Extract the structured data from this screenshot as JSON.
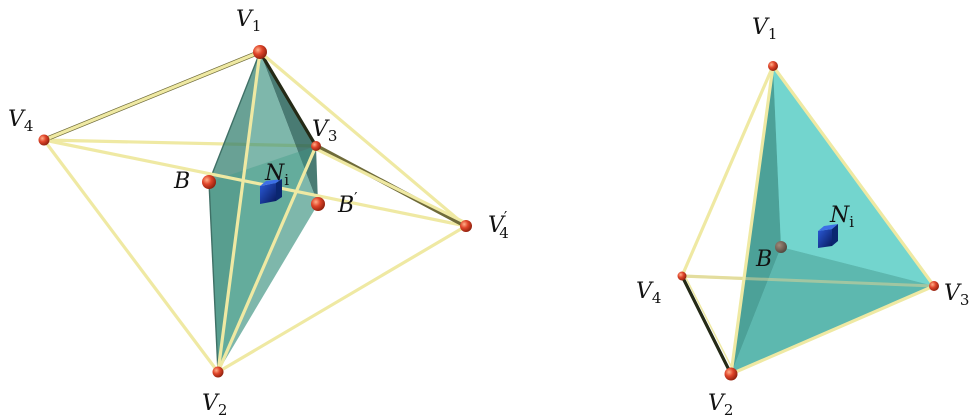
{
  "left_figure": {
    "labels": {
      "V1": {
        "base": "V",
        "sub": "1"
      },
      "V2": {
        "base": "V",
        "sub": "2"
      },
      "V3": {
        "base": "V",
        "sub": "3"
      },
      "V4": {
        "base": "V",
        "sub": "4"
      },
      "V4p": {
        "base": "V",
        "sub": "4",
        "prime": "′"
      },
      "B": {
        "base": "B"
      },
      "Bp": {
        "base": "B",
        "prime": "′"
      },
      "Ni": {
        "base": "N",
        "sub": "i"
      }
    }
  },
  "right_figure": {
    "labels": {
      "V1": {
        "base": "V",
        "sub": "1"
      },
      "V2": {
        "base": "V",
        "sub": "2"
      },
      "V3": {
        "base": "V",
        "sub": "3"
      },
      "V4": {
        "base": "V",
        "sub": "4"
      },
      "B": {
        "base": "B"
      },
      "Ni": {
        "base": "N",
        "sub": "i"
      }
    }
  },
  "colors": {
    "rod": "#efe9a3",
    "vertex": "#e0452a",
    "left_face": "#2f7d6c",
    "right_face": "#63cfc7",
    "marker": "#0c2f8c"
  }
}
